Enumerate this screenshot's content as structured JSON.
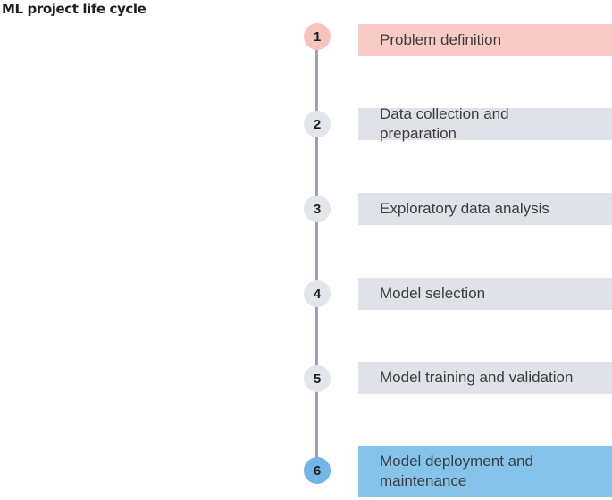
{
  "title": "ML project life cycle",
  "colors": {
    "title_text": "#231f20",
    "step_text": "#3d3d3d",
    "line": "#9aa4b1",
    "pink_circle": "#f6c3bf",
    "pink_bar": "#f9cbc6",
    "gray_circle": "#e2e5ea",
    "gray_bar": "#dfe2e8",
    "blue_circle": "#72b6e6",
    "blue_bar": "#86c3ea"
  },
  "steps": [
    {
      "number": "1",
      "label": "Problem definition",
      "theme": "pink"
    },
    {
      "number": "2",
      "label": "Data collection and preparation",
      "theme": "gray"
    },
    {
      "number": "3",
      "label": "Exploratory data analysis",
      "theme": "gray"
    },
    {
      "number": "4",
      "label": "Model selection",
      "theme": "gray"
    },
    {
      "number": "5",
      "label": "Model training and validation",
      "theme": "gray"
    },
    {
      "number": "6",
      "label": "Model deployment and maintenance",
      "theme": "blue"
    }
  ]
}
